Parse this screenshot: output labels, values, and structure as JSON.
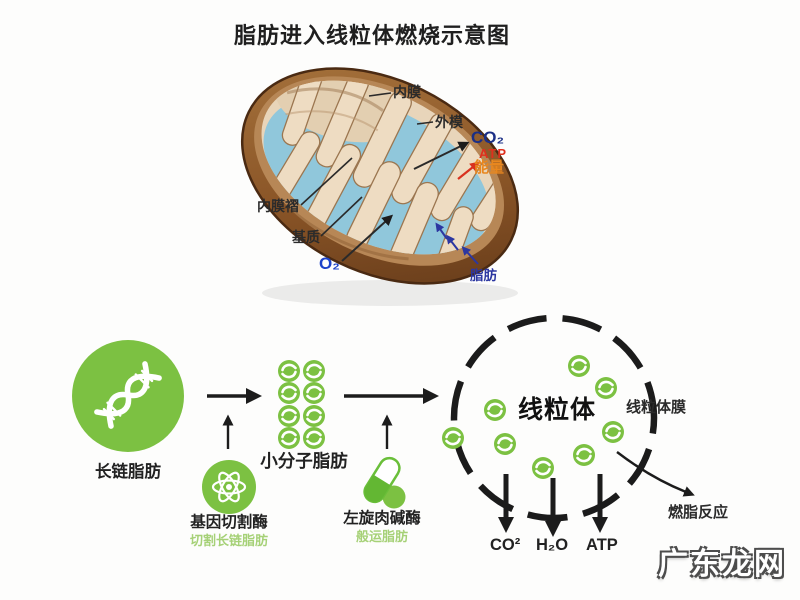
{
  "title": "脂肪进入线粒体燃烧示意图",
  "watermark": "广东龙网",
  "mitochondrion": {
    "inner_membrane": "内膜",
    "outer_membrane": "外模",
    "co2": "CO₂",
    "atp": "ATP",
    "energy": "能量",
    "inner_membrane_fold": "内膜褶",
    "matrix": "基质",
    "o2": "O₂",
    "fat": "脂肪"
  },
  "process": {
    "long_chain_fat": "长链脂肪",
    "small_molecule_fat": "小分子脂肪",
    "gene_cutting_enzyme": "基因切割酶",
    "gene_cutting_enzyme_desc": "切割长链脂肪",
    "carnitine_enzyme": "左旋肉碱酶",
    "carnitine_enzyme_desc": "般运脂肪",
    "mitochondria": "线粒体",
    "mitochondria_membrane": "线粒体膜",
    "fat_burn_reaction": "燃脂反应",
    "product_co2": "CO²",
    "product_h2o": "H₂O",
    "product_atp": "ATP"
  },
  "icons": {
    "long_chain_fat": "dna-helix-icon",
    "small_fat": "fat-molecule-dot",
    "gene_cutting_enzyme": "atom-icon",
    "carnitine_enzyme": "capsule-icon"
  },
  "colors": {
    "green": "#7cc142",
    "light_green_text": "#a6d177",
    "co2_navy": "#1b2f86",
    "o2_blue": "#1d43c9",
    "fat_blue": "#2c37a1",
    "atp_red": "#df2f1d",
    "energy_orange": "#e8871f",
    "arrow_black": "#1c1c1c",
    "membrane_brown": "#7a4a22",
    "matrix_blue": "#90c7db"
  }
}
